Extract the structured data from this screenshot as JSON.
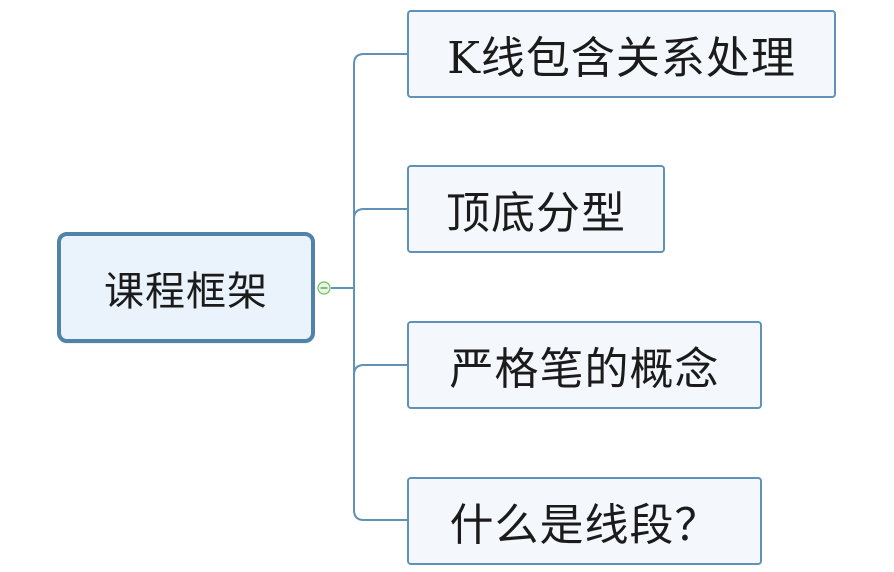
{
  "root": {
    "label": "课程框架"
  },
  "children": [
    {
      "label": "K线包含关系处理"
    },
    {
      "label": "顶底分型"
    },
    {
      "label": "严格笔的概念"
    },
    {
      "label": "什么是线段？"
    }
  ],
  "colors": {
    "connector": "#5f92b6",
    "root_border": "#4f83a8",
    "root_fill": "#eaf3fb",
    "child_border": "#5f92b6",
    "child_fill": "#f4f8fc",
    "toggle": "#6bbf59"
  },
  "icons": {
    "collapse_toggle": "minus-circle-icon"
  }
}
